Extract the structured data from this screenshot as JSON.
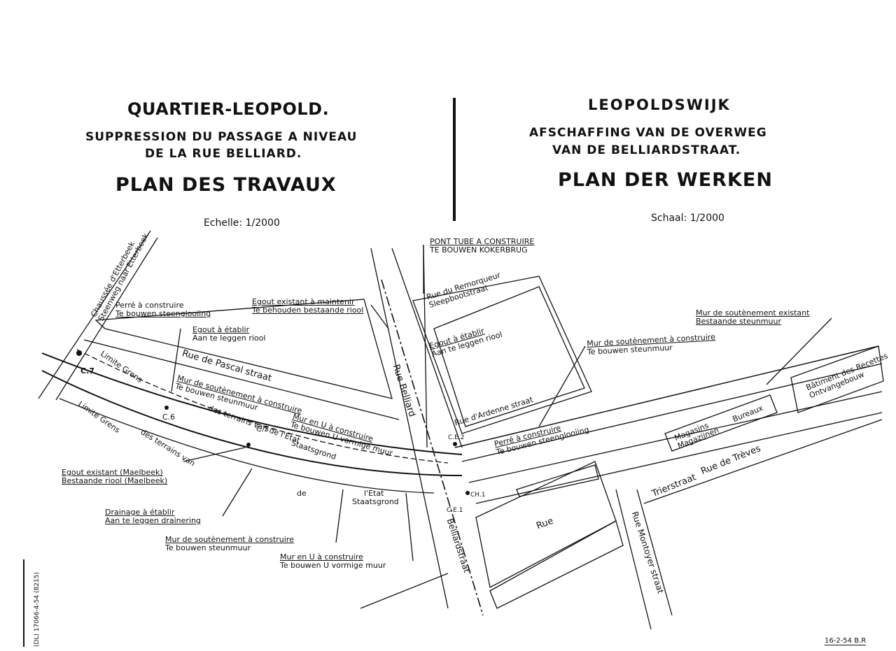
{
  "left_title": {
    "line1": "QUARTIER-LEOPOLD.",
    "line2": "SUPPRESSION DU PASSAGE A NIVEAU",
    "line3": "DE LA RUE BELLIARD.",
    "plan": "PLAN DES TRAVAUX",
    "scale_label": "Echelle:",
    "scale_value": "1/2000"
  },
  "right_title": {
    "line1": "LEOPOLDSWIJK",
    "line2": "AFSCHAFFING VAN DE OVERWEG",
    "line3": "VAN DE BELLIARDSTRAAT.",
    "plan": "PLAN DER WERKEN",
    "scale_label": "Schaal:",
    "scale_value": "1/2000"
  },
  "labels": {
    "pont_fr": "PONT TUBE A CONSTRUIRE",
    "pont_nl": "TE BOUWEN KOKERBRUG",
    "rue_remorqueur": "Rue du Remorqueur",
    "sleepboot": "Sleepbootstraat",
    "egout_exist_fr": "Egout existant à maintenir",
    "egout_exist_nl": "Te behouden bestaande riool",
    "perre_fr": "Perré à construire",
    "perre_nl": "Te bouwen steenglooiing",
    "egout_etab_fr": "Egout à établir",
    "egout_etab_nl": "Aan te leggen riool",
    "egout_etab2_fr": "Egout à établir",
    "egout_etab2_nl": "Aan te leggen riool",
    "chaussee": "Chaussée d'Etterbeek",
    "steenweg": "Steenweg naar Etterbeek",
    "rue_pascal": "Rue de Pascal straat",
    "mur_sout_fr": "Mur de soutènement à construire",
    "mur_sout_nl": "Te bouwen steunmuur",
    "mur_u_fr": "Mur en U à construire",
    "mur_u_nl": "Te bouwen U vormige muur",
    "terrains_etat_1": "des terrains van de l'Etat",
    "staatsgrond": "Staatsgrond",
    "rue_belliard": "Rue Belliard",
    "rue_ardenne": "Rue d'Ardenne straat",
    "mur_exist_fr": "Mur de soutènement existant",
    "mur_exist_nl": "Bestaande steunmuur",
    "mur_sout2_fr": "Mur de soutènement à construire",
    "mur_sout2_nl": "Te bouwen steunmuur",
    "batiment": "Bâtiment des Recettes",
    "ontvang": "Ontvangebouw",
    "magasins": "Magasins",
    "magazijnen": "Magazijnen",
    "bureaux": "Bureaux",
    "perre2_fr": "Perré à construire",
    "perre2_nl": "Te bouwen steenglooiing",
    "egout_maelbeek_fr": "Egout existant (Maelbeek)",
    "egout_maelbeek_nl": "Bestaande riool (Maelbeek)",
    "drainage_fr": "Drainage à établir",
    "drainage_nl": "Aan te leggen drainering",
    "mur_sout3_fr": "Mur de soutènement à construire",
    "mur_sout3_nl": "Te bouwen steunmuur",
    "mur_u2_fr": "Mur en U à construire",
    "mur_u2_nl": "Te bouwen U vormige muur",
    "limite1": "Limite Grens",
    "limite2": "Limite Grens",
    "terrains_2": "des terrains van",
    "de": "de",
    "letat": "l'Etat",
    "staatsgrond2": "Staatsgrond",
    "rue_treves": "Rue de Trèves",
    "trierstraat": "Trierstraat",
    "rue_montoyer": "Rue Montoyer straat",
    "belliardstraat": "Belliardstraat",
    "rue": "Rue",
    "c7": "C.7",
    "c6": "C.6",
    "c5": "C.5",
    "ce2": "C.E.2",
    "ce1": "C.E.1",
    "ch1": "CH.1",
    "date_sig": "16-2-54 B.R",
    "side_note": "(DL) 17066-4-54 (8215)"
  }
}
